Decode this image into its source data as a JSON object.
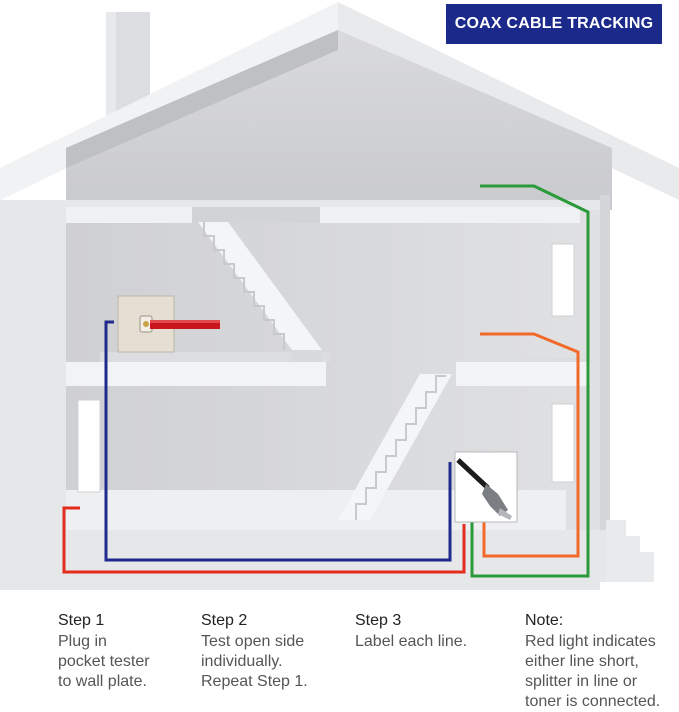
{
  "badge": {
    "title": "COAX CABLE TRACKING"
  },
  "steps": [
    {
      "title": "Step 1",
      "desc": "Plug in\npocket tester\nto wall plate."
    },
    {
      "title": "Step 2",
      "desc": "Test open side\nindividually.\nRepeat Step 1."
    },
    {
      "title": "Step 3",
      "desc": "Label each line."
    }
  ],
  "note": {
    "title": "Note:",
    "desc": "Red light indicates\neither line short,\nsplitter in line or\ntoner is connected."
  },
  "colors": {
    "red_line": "#e32b1e",
    "blue_line": "#1f2a8c",
    "green_line": "#2a9a3a",
    "orange_line": "#f26a2a",
    "badge_bg": "#1b2a8a"
  },
  "icons": [
    "wall-plate-tester",
    "coax-connector"
  ]
}
